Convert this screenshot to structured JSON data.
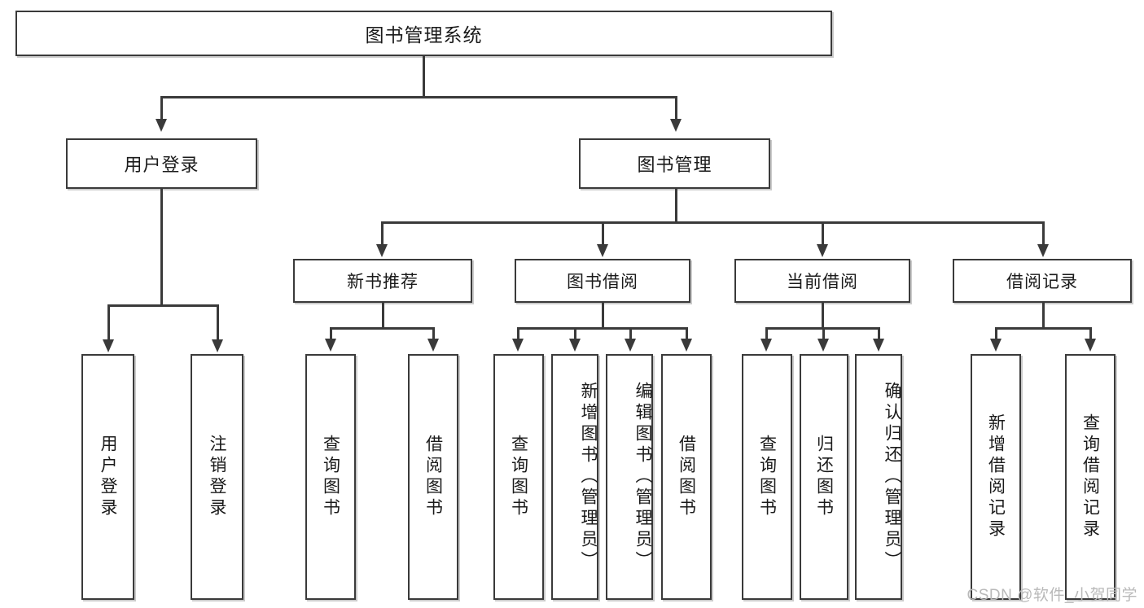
{
  "diagram": {
    "title": "图书管理系统",
    "watermark": "CSDN @软件_小贺同学",
    "line_color": "#3a3a3a",
    "box_fill": "#ffffff",
    "text_color": "#1a1a1a",
    "watermark_color": "#b9b9b9"
  },
  "root": {
    "label": "图书管理系统"
  },
  "level2": [
    {
      "label": "用户登录"
    },
    {
      "label": "图书管理"
    }
  ],
  "level3": [
    {
      "label": "新书推荐"
    },
    {
      "label": "图书借阅"
    },
    {
      "label": "当前借阅"
    },
    {
      "label": "借阅记录"
    }
  ],
  "leaves": {
    "user_login": [
      {
        "label": "用户登录"
      },
      {
        "label": "注销登录"
      }
    ],
    "new_book_recommend": [
      {
        "label": "查询图书"
      },
      {
        "label": "借阅图书"
      }
    ],
    "book_borrow": [
      {
        "label": "查询图书"
      },
      {
        "label": "新增图书（管理员）"
      },
      {
        "label": "编辑图书（管理员）"
      },
      {
        "label": "借阅图书"
      }
    ],
    "current_borrow": [
      {
        "label": "查询图书"
      },
      {
        "label": "归还图书"
      },
      {
        "label": "确认归还（管理员）"
      }
    ],
    "borrow_record": [
      {
        "label": "新增借阅记录"
      },
      {
        "label": "查询借阅记录"
      }
    ]
  }
}
